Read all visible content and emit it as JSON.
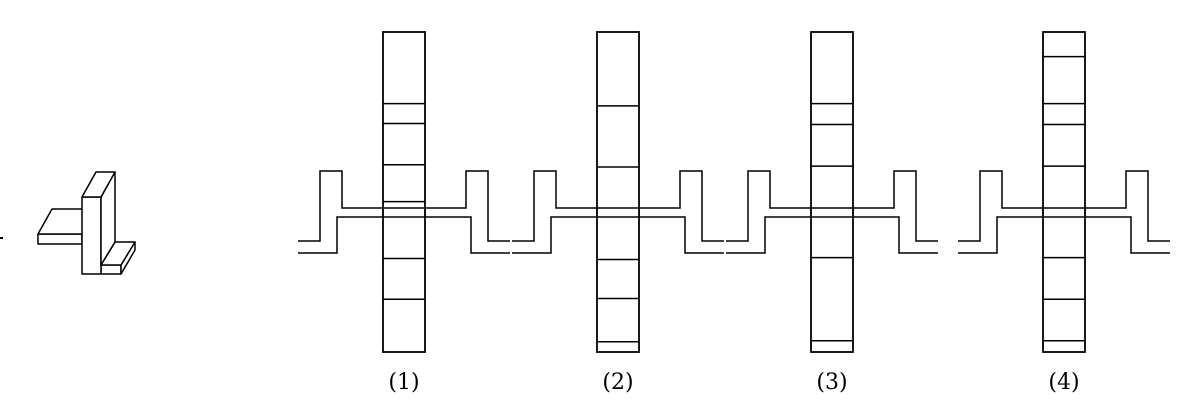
{
  "figure": {
    "line_color": "#000000",
    "background": "#ffffff",
    "reference_object": {
      "icon": "isometric-block-solid-icon"
    },
    "options": [
      {
        "label": "(1)",
        "strip_divisions": [
          0,
          0.224,
          0.286,
          0.415,
          0.53,
          0.708,
          0.835,
          1
        ]
      },
      {
        "label": "(2)",
        "strip_divisions": [
          0,
          0.231,
          0.422,
          0.711,
          0.833,
          0.968,
          1
        ]
      },
      {
        "label": "(3)",
        "strip_divisions": [
          0,
          0.224,
          0.289,
          0.419,
          0.705,
          0.965,
          1
        ]
      },
      {
        "label": "(4)",
        "strip_divisions": [
          0,
          0.077,
          0.224,
          0.289,
          0.419,
          0.705,
          0.835,
          0.965,
          1
        ]
      }
    ]
  }
}
